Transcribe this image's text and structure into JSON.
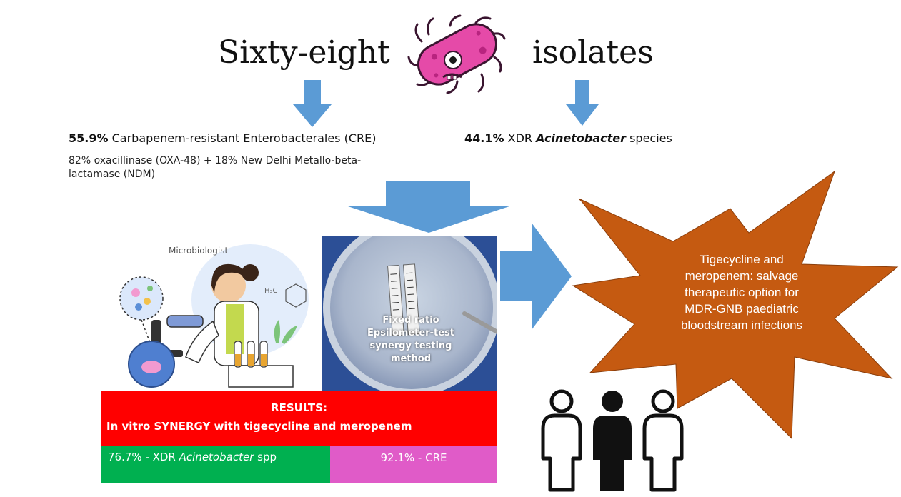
{
  "title": {
    "left_word": "Sixty-eight",
    "right_word": "isolates"
  },
  "cre": {
    "percent": "55.9%",
    "label": "Carbapenem-resistant Enterobacterales (CRE)",
    "detail_line1": "82% oxacillinase (OXA-48) + 18% New Delhi Metallo-beta-",
    "detail_line2": "lactamase (NDM)"
  },
  "xdr": {
    "percent": "44.1%",
    "prefix": "XDR",
    "genus": "Acinetobacter",
    "suffix": "species"
  },
  "illustration": {
    "caption": "Microbiologist"
  },
  "plate": {
    "line1": "Fixed ratio",
    "line2": "Epsilometer-test",
    "line3": "synergy testing",
    "line4": "method"
  },
  "conclusion": {
    "line1": "Tigecycline and",
    "line2": "meropenem: salvage",
    "line3": "therapeutic option for",
    "line4": "MDR-GNB paediatric",
    "line5": "bloodstream infections"
  },
  "results": {
    "heading": "RESULTS:",
    "subheading": "In vitro SYNERGY with tigecycline and meropenem",
    "xdr_value": "76.7% - XDR",
    "xdr_genus": "Acinetobacter",
    "xdr_suffix": "spp",
    "cre_value": "92.1% - CRE"
  },
  "colors": {
    "arrow": "#5b9bd5",
    "star": "#c55a11",
    "results_red": "#ff0000",
    "results_green": "#00b050",
    "results_pink": "#e05bc8",
    "bacterium": "#e54aa8"
  },
  "icons": [
    "bacterium-icon",
    "microbiologist-illustration",
    "agar-plate-photo",
    "family-icon"
  ]
}
